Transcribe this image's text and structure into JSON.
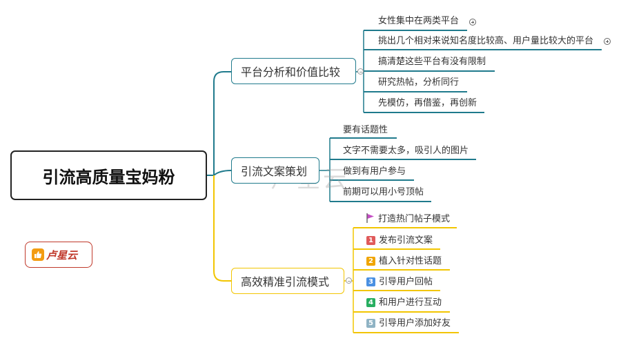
{
  "root": {
    "label": "引流高质量宝妈粉"
  },
  "colors": {
    "teal": "#1f7a8c",
    "yellow": "#f2c500",
    "root_border": "#222222"
  },
  "branches": [
    {
      "label": "平台分析和价值比较",
      "children": [
        {
          "label": "女性集中在两类平台",
          "expandable": true
        },
        {
          "label": "挑出几个相对来说知名度比较高、用户量比较大的平台",
          "expandable": true
        },
        {
          "label": "搞清楚这些平台有没有限制"
        },
        {
          "label": "研究热帖，分析同行"
        },
        {
          "label": "先模仿，再借鉴，再创新"
        }
      ]
    },
    {
      "label": "引流文案策划",
      "children": [
        {
          "label": "要有话题性"
        },
        {
          "label": "文字不需要太多，吸引人的图片"
        },
        {
          "label": "做到有用户参与"
        },
        {
          "label": "前期可以用小号顶帖"
        }
      ]
    },
    {
      "label": "高效精准引流模式",
      "children": [
        {
          "label": "打造热门帖子模式",
          "marker": "flag-icon"
        },
        {
          "label": "发布引流文案",
          "marker": "1",
          "marker_color": "#e05a5a"
        },
        {
          "label": "植入针对性话题",
          "marker": "2",
          "marker_color": "#f0a500"
        },
        {
          "label": "引导用户回帖",
          "marker": "3",
          "marker_color": "#4a90e2"
        },
        {
          "label": "和用户进行互动",
          "marker": "4",
          "marker_color": "#27ae60"
        },
        {
          "label": "引导用户添加好友",
          "marker": "5",
          "marker_color": "#8fb3c4"
        }
      ]
    }
  ],
  "logo": {
    "text": "卢星云",
    "icon": "thumbs-up-icon"
  },
  "watermark": {
    "text": "卢星云"
  }
}
